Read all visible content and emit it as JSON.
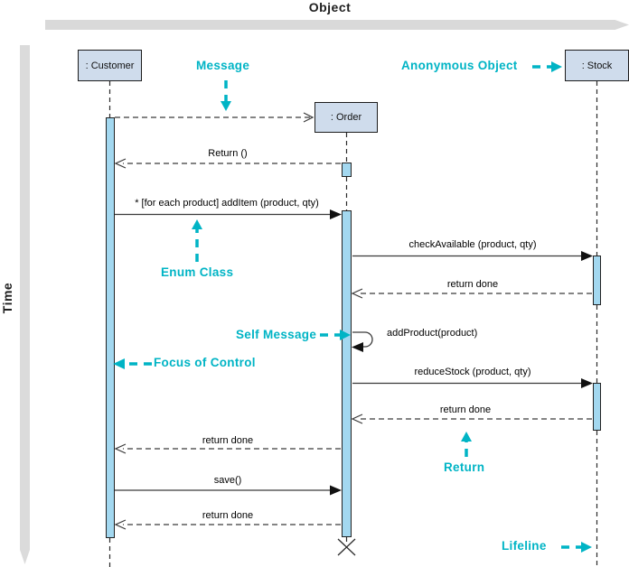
{
  "axes": {
    "object_label": "Object",
    "time_label": "Time"
  },
  "objects": {
    "customer": ": Customer",
    "order": ": Order",
    "stock": ": Stock"
  },
  "messages": {
    "return1": "Return ()",
    "add_item": "* [for each product] addItem (product, qty)",
    "check_available": "checkAvailable (product, qty)",
    "return_done_1": "return done",
    "add_product": "addProduct(product)",
    "reduce_stock": "reduceStock (product, qty)",
    "return_done_2": "return done",
    "return_done_3": "return done",
    "save": "save()",
    "return_done_4": "return done"
  },
  "annotations": {
    "message": "Message",
    "anonymous_object": "Anonymous Object",
    "enum_class": "Enum Class",
    "self_message": "Self Message",
    "focus_of_control": "Focus of Control",
    "return": "Return",
    "lifeline": "Lifeline"
  },
  "colors": {
    "annotation_teal": "#00b4c5",
    "object_box_fill": "#cfdcec",
    "activation_fill": "#a3d8f0",
    "axis_bar_gray": "#d9d9d9"
  }
}
